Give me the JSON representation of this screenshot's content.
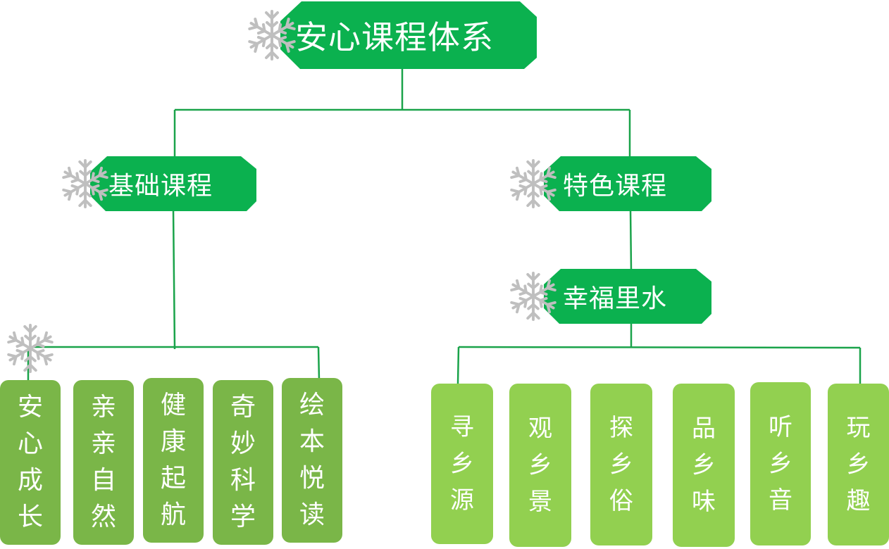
{
  "root": {
    "label": "安心课程体系"
  },
  "basic": {
    "label": "基础课程",
    "children": [
      "安心成长",
      "亲亲自然",
      "健康起航",
      "奇妙科学",
      "绘本悦读"
    ]
  },
  "feature": {
    "label": "特色课程",
    "sub": {
      "label": "幸福里水",
      "children": [
        "寻乡源",
        "观乡景",
        "探乡俗",
        "品乡味",
        "听乡音",
        "玩乡趣"
      ]
    }
  },
  "colors": {
    "header_green": "#0bb14f",
    "leaf_dark": "#7ab648",
    "leaf_light": "#92d050",
    "line": "#1aa34a",
    "snowflake": "#bfbfbf"
  },
  "icons": {
    "decoration": "snowflake-icon"
  }
}
